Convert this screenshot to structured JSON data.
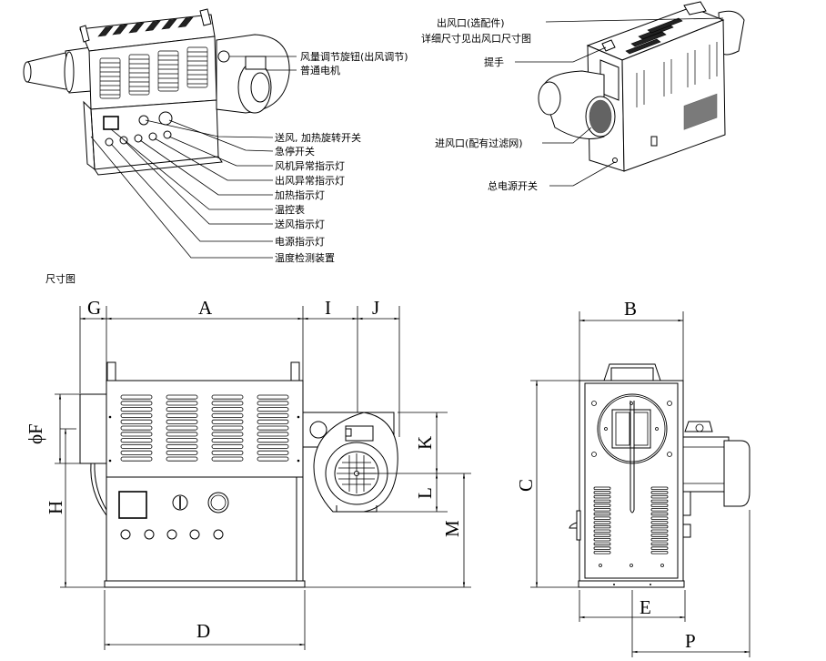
{
  "left_callouts": {
    "airflow_knob": "风量调节旋钮(出风调节)",
    "standard_motor": "普通电机",
    "fan_heat_switch": "送风, 加热旋转开关",
    "emergency_stop": "急停开关",
    "fan_fault_light": "风机异常指示灯",
    "outlet_fault_light": "出风异常指示灯",
    "heating_light": "加热指示灯",
    "temp_controller": "温控表",
    "fan_light": "送风指示灯",
    "power_light": "电源指示灯",
    "temp_sensor": "温度检测装置"
  },
  "right_callouts": {
    "outlet_optional": "出风口(选配件)",
    "outlet_see_dims": "详细尺寸见出风口尺寸图",
    "handle": "提手",
    "inlet_filter": "进风口(配有过滤网)",
    "main_power_switch": "总电源开关"
  },
  "section_title": "尺寸图",
  "dimensions": {
    "G": "G",
    "A": "A",
    "I": "I",
    "J": "J",
    "F": "ϕF",
    "H": "H",
    "K": "K",
    "L": "L",
    "M": "M",
    "D": "D",
    "B": "B",
    "C": "C",
    "E": "E",
    "P": "P"
  }
}
